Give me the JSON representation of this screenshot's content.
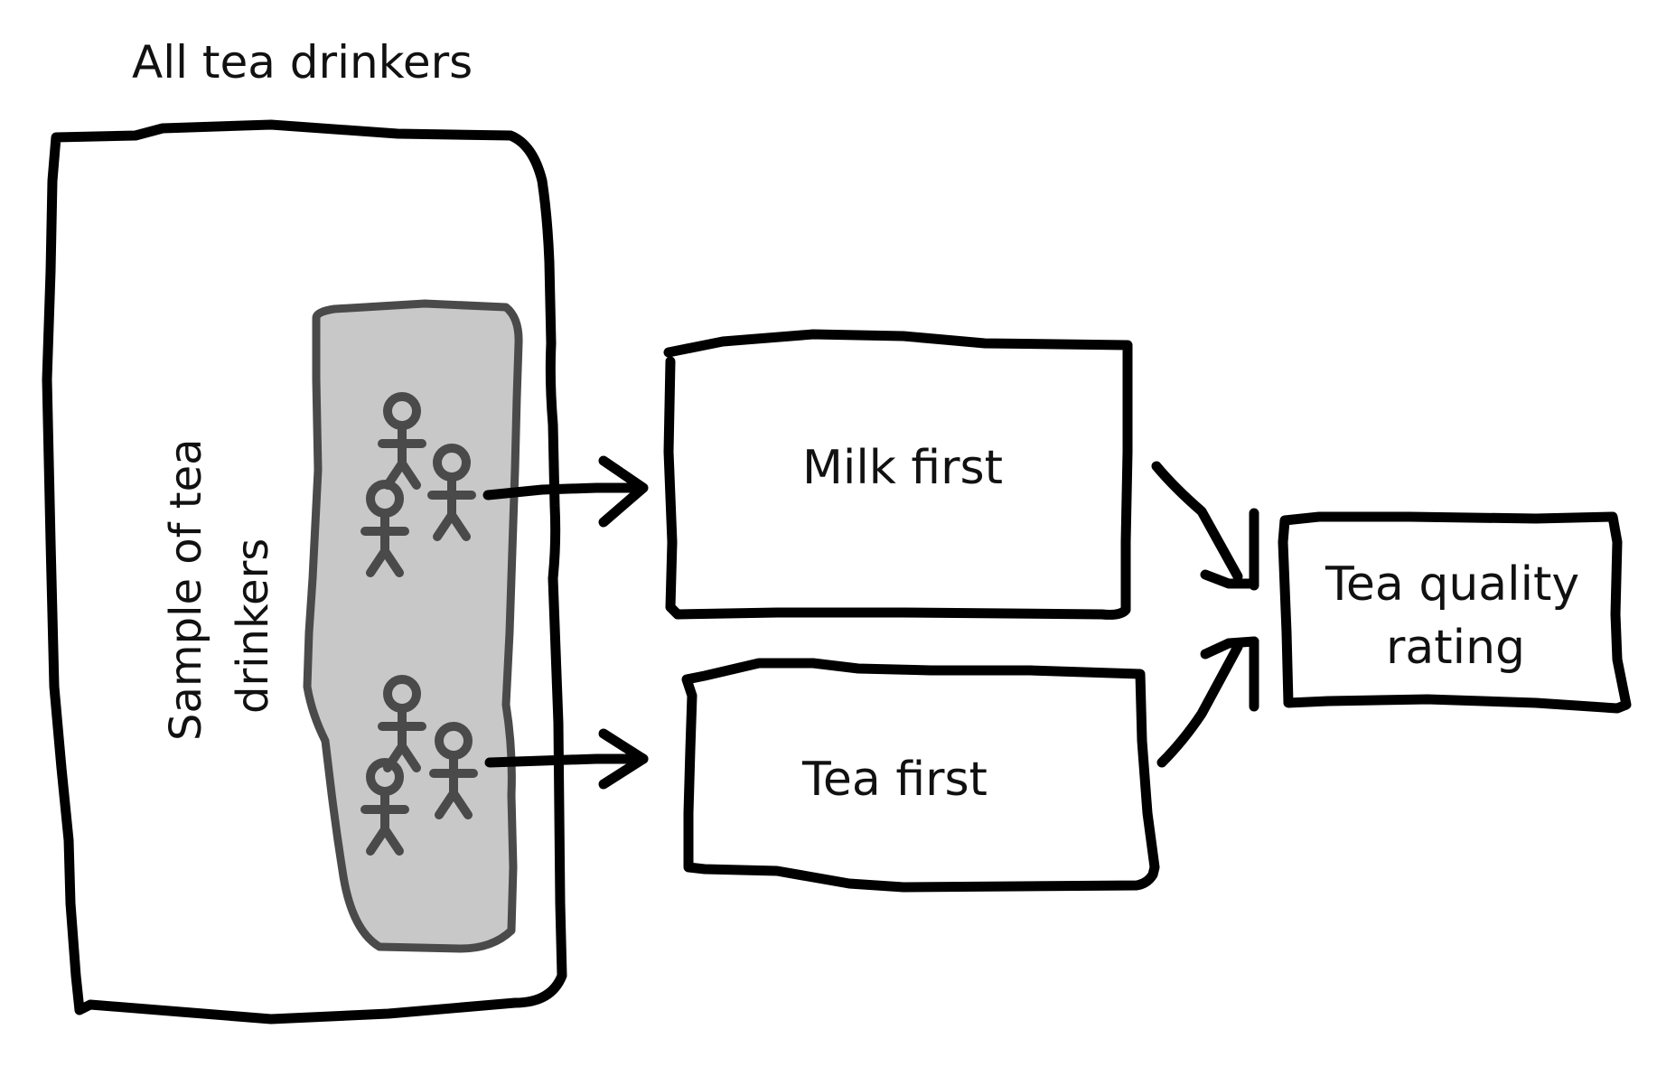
{
  "diagram": {
    "population_label": "All tea drinkers",
    "sample_label_line1": "Sample of tea",
    "sample_label_line2": "drinkers",
    "group_milk_label": "Milk first",
    "group_tea_label": "Tea first",
    "outcome_label_line1": "Tea quality",
    "outcome_label_line2": "rating",
    "colors": {
      "stroke": "#000000",
      "sample_fill": "#c8c8c8",
      "people": "#4a4a4a"
    },
    "icons": {
      "people": "stick-figure-person-icon"
    }
  }
}
